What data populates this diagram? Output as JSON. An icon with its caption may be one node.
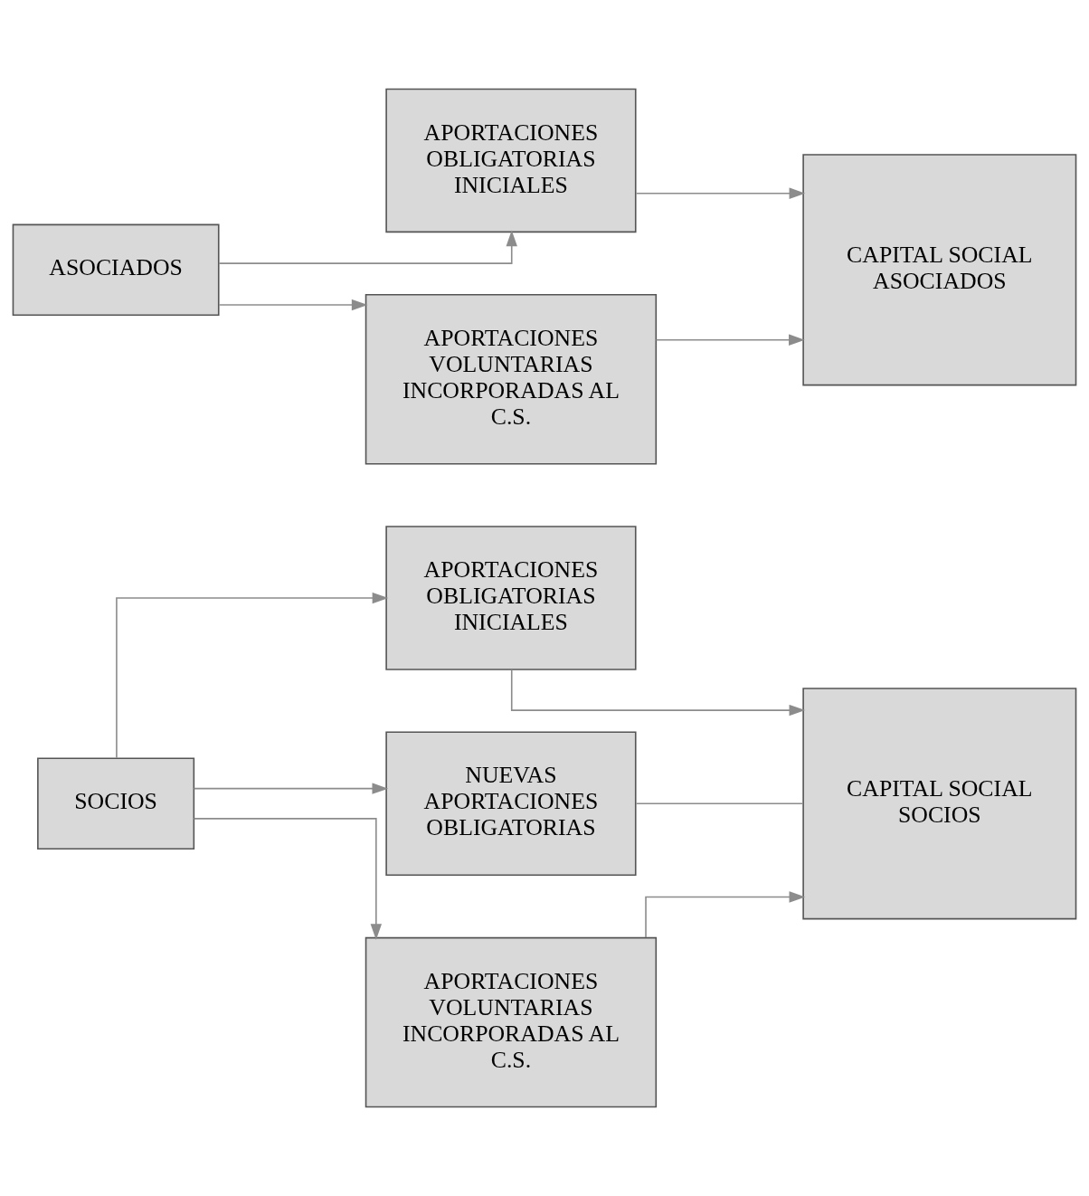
{
  "diagram": {
    "nodes": [
      {
        "text": [
          "SOCIOS"
        ]
      },
      {
        "text": [
          "APORTACIONES OBLIGATORIAS INICIALES"
        ]
      },
      {
        "text": [
          "NUEVAS APORTACIONES OBLIGATORIAS"
        ]
      },
      {
        "text": [
          "APORTACIONES VOLUNTARIAS INCORPORADAS AL C.S."
        ]
      },
      {
        "text": [
          "CAPITAL SOCIAL SOCIOS"
        ]
      },
      {
        "text": [
          "ASOCIADOS"
        ]
      },
      {
        "text": [
          "APORTACIONES OBLIGATORIAS INICIALES"
        ]
      },
      {
        "text": [
          "APORTACIONES VOLUNTARIAS INCORPORADAS AL C.S."
        ]
      },
      {
        "text": [
          "CAPITAL SOCIAL ASOCIADOS"
        ]
      }
    ],
    "edges": [
      {
        "from": 0,
        "to": 1,
        "arrow": "to"
      },
      {
        "from": 0,
        "to": 2,
        "arrow": "to"
      },
      {
        "from": 0,
        "to": 3,
        "arrow": "to"
      },
      {
        "from": 1,
        "to": 4,
        "arrow": "to"
      },
      {
        "from": 2,
        "to": 4,
        "arrow": "none"
      },
      {
        "from": 3,
        "to": 4,
        "arrow": "to"
      },
      {
        "from": 5,
        "to": 6,
        "arrow": "to"
      },
      {
        "from": 5,
        "to": 7,
        "arrow": "to"
      },
      {
        "from": 6,
        "to": 8,
        "arrow": "to"
      },
      {
        "from": 7,
        "to": 8,
        "arrow": "to"
      }
    ]
  }
}
